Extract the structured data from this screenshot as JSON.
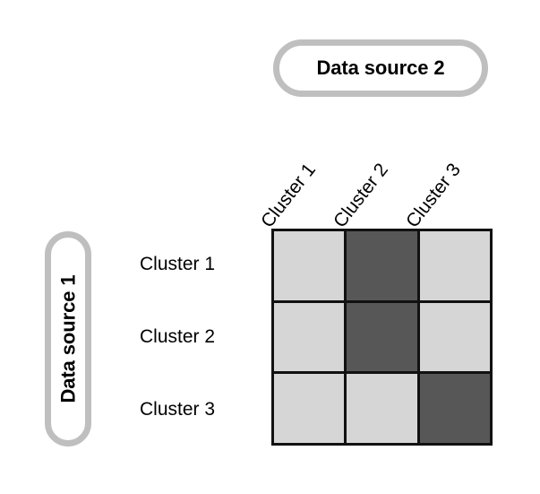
{
  "figure": {
    "type": "cluster-correspondence-matrix",
    "background_color": "#ffffff"
  },
  "axes": {
    "top": {
      "title": "Data source 2",
      "title_style": "bold-pill",
      "categories": [
        "Cluster 1",
        "Cluster 2",
        "Cluster 3"
      ],
      "label_rotation_deg": -52
    },
    "left": {
      "title": "Data source 1",
      "title_style": "bold-pill-vertical",
      "categories": [
        "Cluster 1",
        "Cluster 2",
        "Cluster 3"
      ],
      "label_rotation_deg": 0
    }
  },
  "colors": {
    "cell_light": "#d6d6d6",
    "cell_dark": "#575757",
    "grid_line": "#111111",
    "pill_border": "#bfbfbf",
    "pill_fill": "#ffffff",
    "text": "#000000"
  },
  "chart_data": {
    "type": "heatmap",
    "title": "",
    "xlabel": "Data source 2",
    "ylabel": "Data source 1",
    "x_categories": [
      "Cluster 1",
      "Cluster 2",
      "Cluster 3"
    ],
    "y_categories": [
      "Cluster 1",
      "Cluster 2",
      "Cluster 3"
    ],
    "legend": [
      {
        "state": "light",
        "color": "#d6d6d6"
      },
      {
        "state": "dark",
        "color": "#575757"
      }
    ],
    "grid": true,
    "values": [
      [
        "light",
        "dark",
        "light"
      ],
      [
        "light",
        "dark",
        "light"
      ],
      [
        "light",
        "light",
        "dark"
      ]
    ]
  }
}
